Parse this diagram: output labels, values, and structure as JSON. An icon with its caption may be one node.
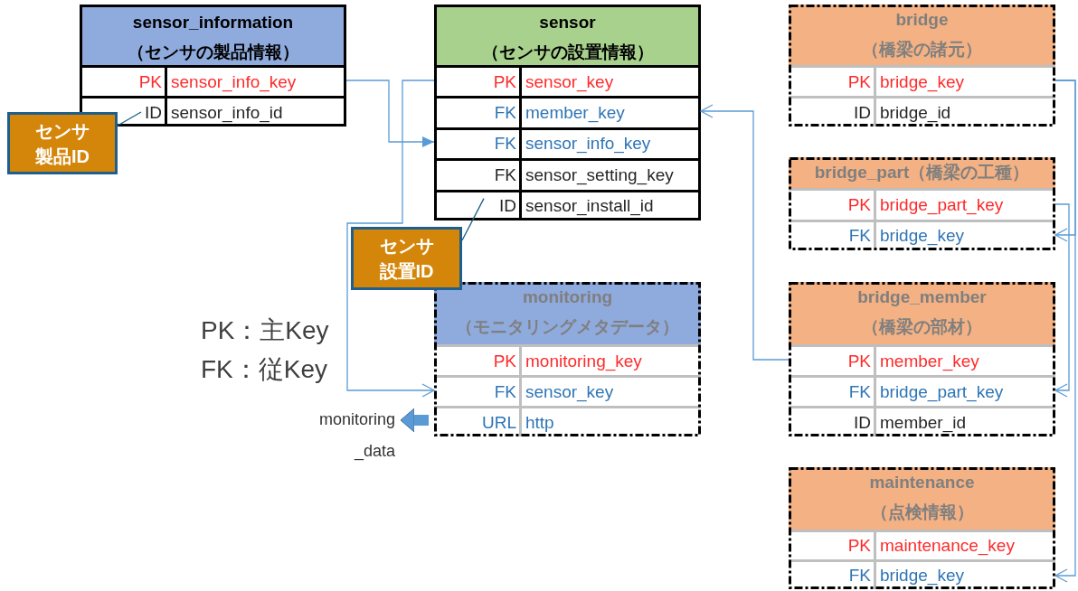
{
  "diagram": {
    "nodes": [
      {
        "text": [
          "sensor_information",
          "（センサの製品情報）"
        ]
      },
      {
        "text": [
          "PK",
          "sensor_info_key"
        ],
        "in": 0
      },
      {
        "text": [
          "ID",
          "sensor_info_id"
        ],
        "in": 0
      },
      {
        "text": [
          "センサ製品ID"
        ]
      },
      {
        "text": [
          "sensor",
          "（センサの設置情報）"
        ]
      },
      {
        "text": [
          "PK",
          "sensor_key"
        ],
        "in": 4
      },
      {
        "text": [
          "FK",
          "member_key"
        ],
        "in": 4
      },
      {
        "text": [
          "FK",
          "sensor_info_key"
        ],
        "in": 4
      },
      {
        "text": [
          "FK",
          "sensor_setting_key"
        ],
        "in": 4
      },
      {
        "text": [
          "ID",
          "sensor_install_id"
        ],
        "in": 4
      },
      {
        "text": [
          "センサ設置ID"
        ]
      },
      {
        "text": [
          "monitoring",
          "（モニタリングメタデータ）"
        ]
      },
      {
        "text": [
          "PK",
          "monitoring_key"
        ],
        "in": 11
      },
      {
        "text": [
          "FK",
          "sensor_key"
        ],
        "in": 11
      },
      {
        "text": [
          "URL",
          "http"
        ],
        "in": 11
      },
      {
        "text": [
          "monitoring _data"
        ]
      },
      {
        "text": [
          "bridge",
          "（橋梁の諸元）"
        ]
      },
      {
        "text": [
          "PK",
          "bridge_key"
        ],
        "in": 16
      },
      {
        "text": [
          "ID",
          "bridge_id"
        ],
        "in": 16
      },
      {
        "text": [
          "bridge_part（橋梁の工種）"
        ]
      },
      {
        "text": [
          "PK",
          "bridge_part_key"
        ],
        "in": 19
      },
      {
        "text": [
          "FK",
          "bridge_key"
        ],
        "in": 19
      },
      {
        "text": [
          "bridge_member",
          "（橋梁の部材）"
        ]
      },
      {
        "text": [
          "PK",
          "member_key"
        ],
        "in": 22
      },
      {
        "text": [
          "FK",
          "bridge_part_key"
        ],
        "in": 22
      },
      {
        "text": [
          "ID",
          "member_id"
        ],
        "in": 22
      },
      {
        "text": [
          "maintenance",
          "（点検情報）"
        ]
      },
      {
        "text": [
          "PK",
          "maintenance_key"
        ],
        "in": 26
      },
      {
        "text": [
          "FK",
          "bridge_key"
        ],
        "in": 26
      }
    ],
    "edges": [
      {
        "from": 1,
        "to": 7,
        "arrow": "to"
      },
      {
        "from": 5,
        "to": 13,
        "arrow": "to"
      },
      {
        "from": 23,
        "to": 6,
        "arrow": "to"
      },
      {
        "from": 17,
        "to": 21,
        "arrow": "to"
      },
      {
        "from": 17,
        "to": 28,
        "arrow": "to"
      },
      {
        "from": 20,
        "to": 24,
        "arrow": "to"
      },
      {
        "from": 3,
        "to": 2,
        "arrow": "none",
        "color": "#1b5e82"
      },
      {
        "from": 10,
        "to": 9,
        "arrow": "none",
        "color": "#1b5e82"
      },
      {
        "from": 11,
        "to": 15,
        "arrow": "to",
        "style": "thick"
      }
    ],
    "labels": [
      "PK：主Key",
      "FK：従Key"
    ]
  }
}
